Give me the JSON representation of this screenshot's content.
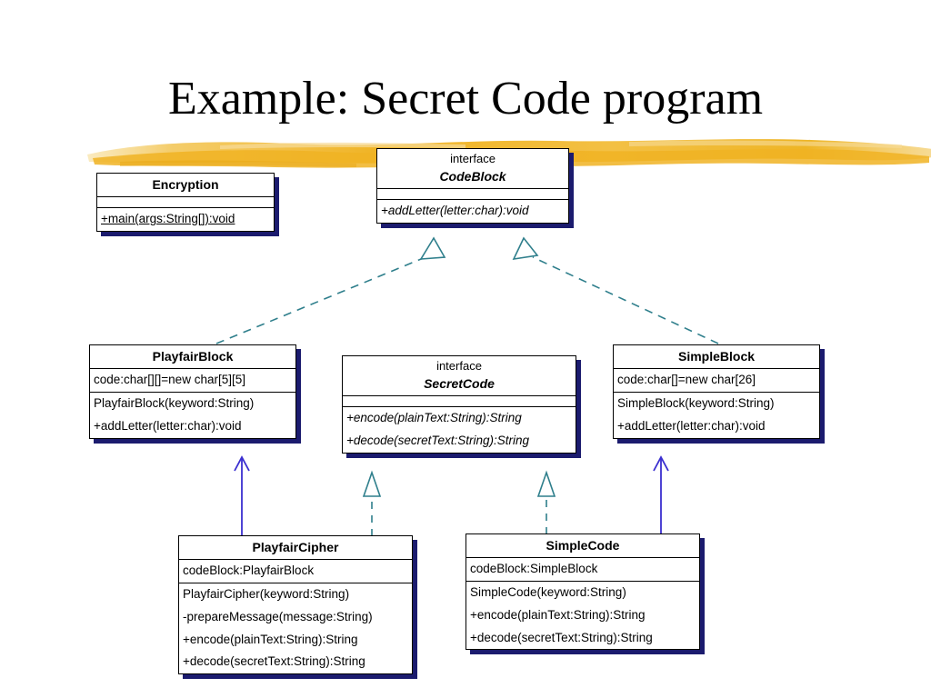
{
  "slide": {
    "title": "Example: Secret Code program",
    "accent_color": "#f0b323",
    "shadow_color": "#1b1b6e",
    "realization_color": "#2f7f8c",
    "association_color": "#3b2fd0",
    "background": "#ffffff"
  },
  "classes": {
    "encryption": {
      "name": "Encryption",
      "attributes": [],
      "methods": [
        "+main(args:String[]):void"
      ]
    },
    "code_block": {
      "stereotype": "interface",
      "name": "CodeBlock",
      "attributes": [],
      "methods": [
        "+addLetter(letter:char):void"
      ]
    },
    "playfair_block": {
      "name": "PlayfairBlock",
      "attributes": [
        "code:char[][]=new char[5][5]"
      ],
      "methods": [
        "PlayfairBlock(keyword:String)",
        "+addLetter(letter:char):void"
      ]
    },
    "secret_code": {
      "stereotype": "interface",
      "name": "SecretCode",
      "attributes": [],
      "methods": [
        "+encode(plainText:String):String",
        "+decode(secretText:String):String"
      ]
    },
    "simple_block": {
      "name": "SimpleBlock",
      "attributes": [
        "code:char[]=new char[26]"
      ],
      "methods": [
        "SimpleBlock(keyword:String)",
        "+addLetter(letter:char):void"
      ]
    },
    "playfair_cipher": {
      "name": "PlayfairCipher",
      "attributes": [
        "codeBlock:PlayfairBlock"
      ],
      "methods": [
        "PlayfairCipher(keyword:String)",
        "-prepareMessage(message:String)",
        "+encode(plainText:String):String",
        "+decode(secretText:String):String"
      ]
    },
    "simple_code": {
      "name": "SimpleCode",
      "attributes": [
        "codeBlock:SimpleBlock"
      ],
      "methods": [
        "SimpleCode(keyword:String)",
        "+encode(plainText:String):String",
        "+decode(secretText:String):String"
      ]
    }
  },
  "relationships": [
    {
      "kind": "realization",
      "from": "PlayfairBlock",
      "to": "CodeBlock"
    },
    {
      "kind": "realization",
      "from": "SimpleBlock",
      "to": "CodeBlock"
    },
    {
      "kind": "realization",
      "from": "PlayfairCipher",
      "to": "SecretCode"
    },
    {
      "kind": "realization",
      "from": "SimpleCode",
      "to": "SecretCode"
    },
    {
      "kind": "association",
      "from": "PlayfairCipher",
      "to": "PlayfairBlock"
    },
    {
      "kind": "association",
      "from": "SimpleCode",
      "to": "SimpleBlock"
    }
  ]
}
